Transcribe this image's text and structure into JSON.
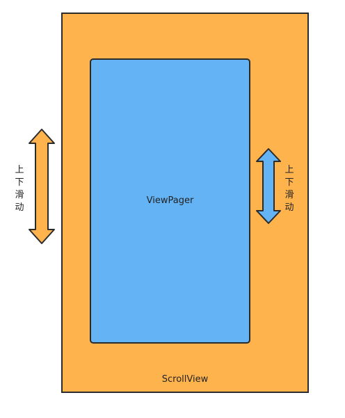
{
  "scrollview": {
    "label": "ScrollView",
    "color": "#FFB34D"
  },
  "viewpager": {
    "label": "ViewPager",
    "color": "#63B3F5"
  },
  "left_arrow": {
    "label": "上下滑动",
    "color": "#FFB34D"
  },
  "right_arrow": {
    "label": "上下滑动",
    "color": "#63B3F5"
  },
  "stroke_color": "#2b2b2b"
}
